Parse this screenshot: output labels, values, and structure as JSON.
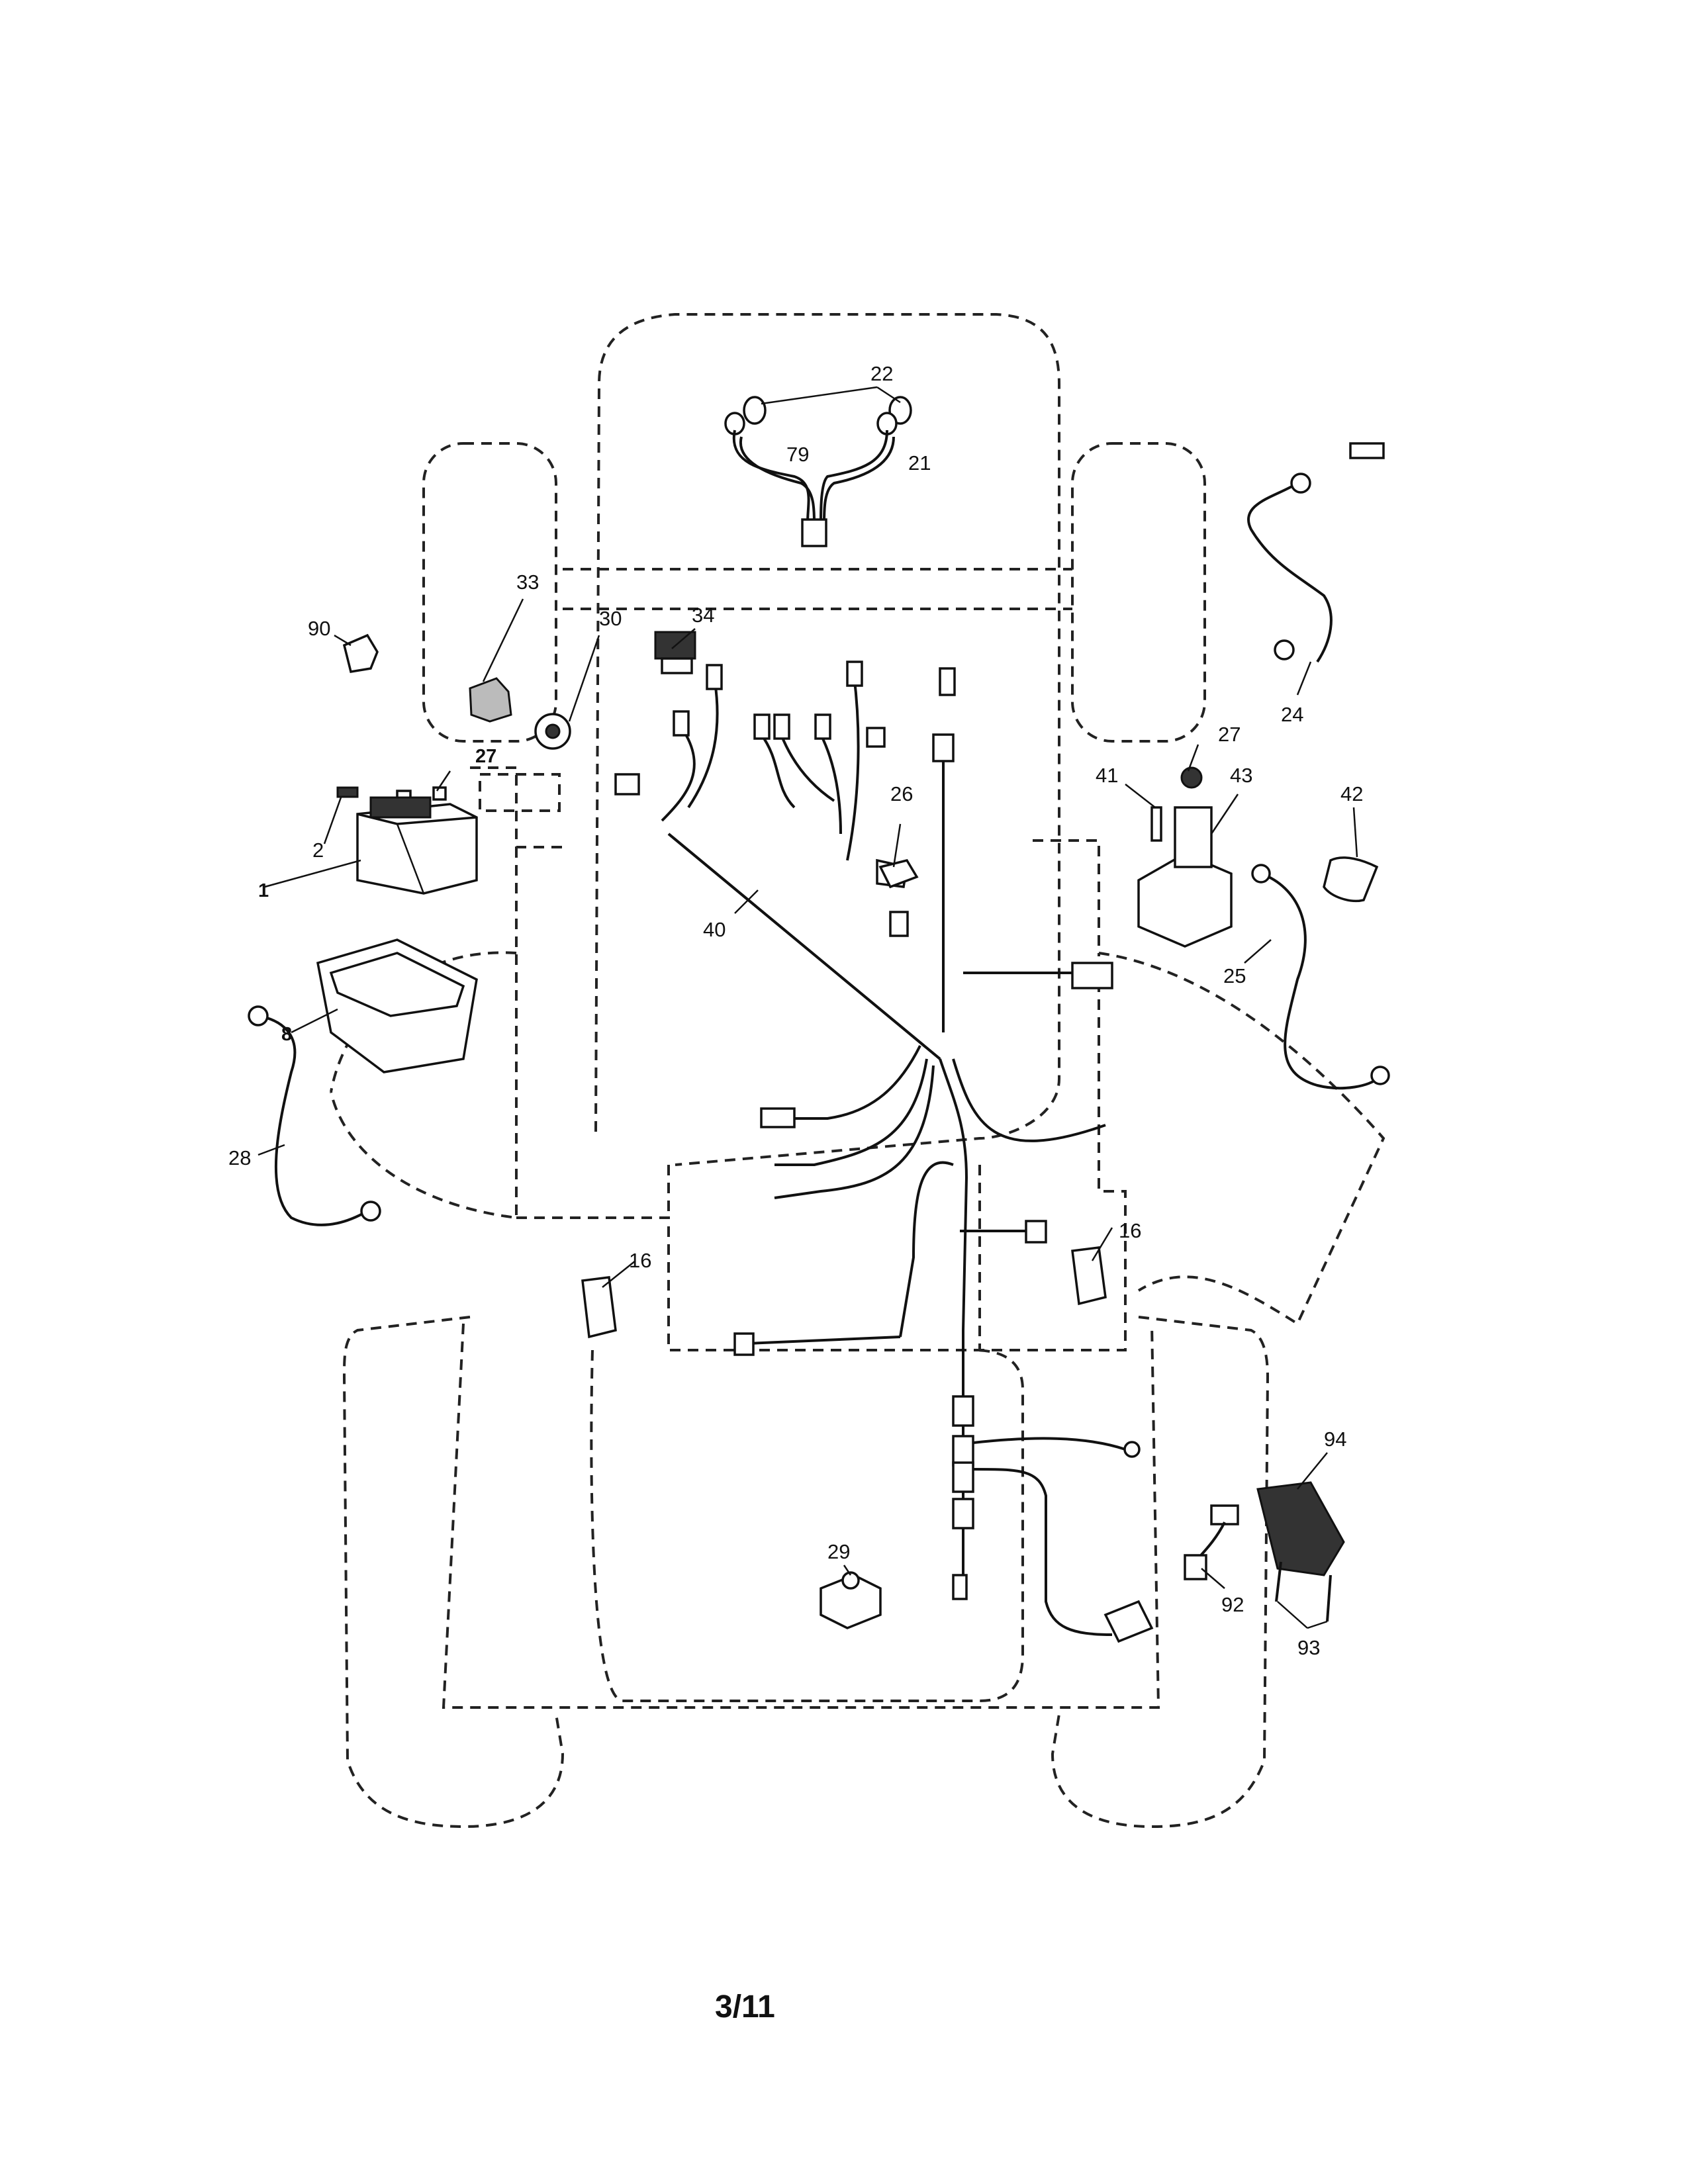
{
  "diagram": {
    "page_number": "3/11",
    "callouts": {
      "c22": "22",
      "c79": "79",
      "c21": "21",
      "c33": "33",
      "c30": "30",
      "c34": "34",
      "c90": "90",
      "c27a": "27",
      "c2": "2",
      "c1": "1",
      "c8": "8",
      "c28": "28",
      "c26": "26",
      "c40": "40",
      "c24": "24",
      "c27b": "27",
      "c41": "41",
      "c43": "43",
      "c42": "42",
      "c25": "25",
      "c16a": "16",
      "c16b": "16",
      "c29": "29",
      "c94": "94",
      "c92": "92",
      "c93": "93"
    }
  }
}
